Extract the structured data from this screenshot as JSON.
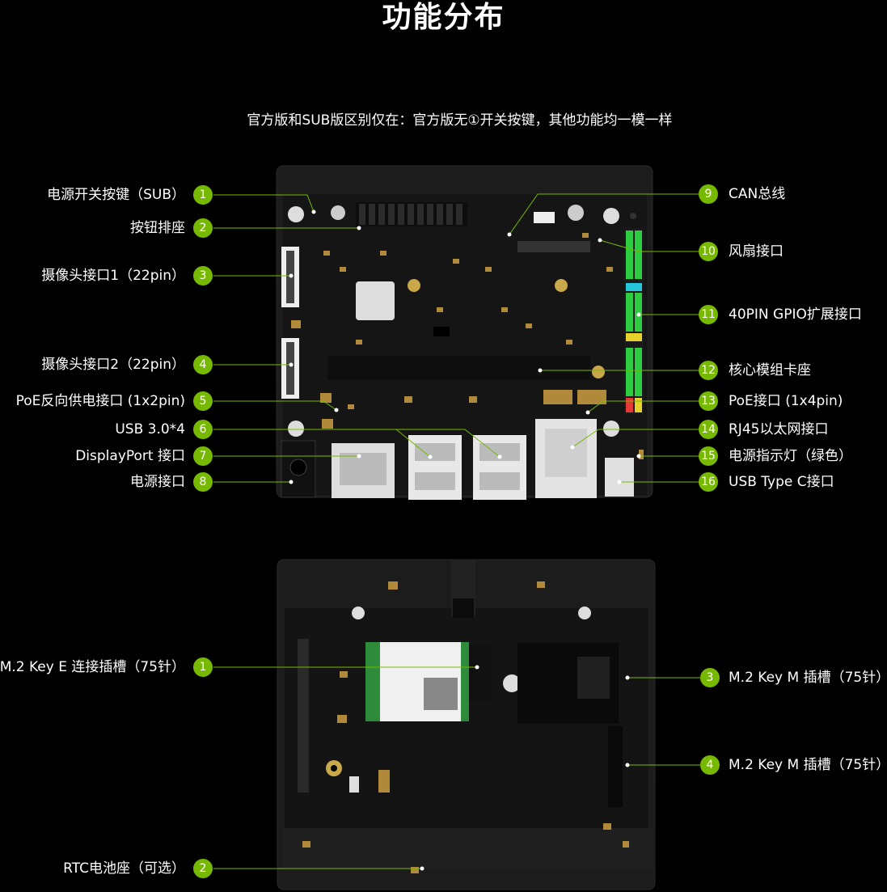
{
  "title": "功能分布",
  "subtitle": "官方版和SUB版区别仅在：官方版无①开关按键，其他功能均一模一样",
  "colors": {
    "accent": "#76b900",
    "background": "#000000",
    "board": "#1c1c1c"
  },
  "top_left": [
    {
      "num": "1",
      "label": "电源开关按键（SUB）"
    },
    {
      "num": "2",
      "label": "按钮排座"
    },
    {
      "num": "3",
      "label": "摄像头接口1（22pin）"
    },
    {
      "num": "4",
      "label": "摄像头接口2（22pin）"
    },
    {
      "num": "5",
      "label": "PoE反向供电接口 (1x2pin)"
    },
    {
      "num": "6",
      "label": "USB 3.0*4"
    },
    {
      "num": "7",
      "label": "DisplayPort 接口"
    },
    {
      "num": "8",
      "label": "电源接口"
    }
  ],
  "top_right": [
    {
      "num": "9",
      "label": "CAN总线"
    },
    {
      "num": "10",
      "label": "风扇接口"
    },
    {
      "num": "11",
      "label": "40PIN GPIO扩展接口"
    },
    {
      "num": "12",
      "label": "核心模组卡座"
    },
    {
      "num": "13",
      "label": "PoE接口 (1x4pin)"
    },
    {
      "num": "14",
      "label": "RJ45以太网接口"
    },
    {
      "num": "15",
      "label": "电源指示灯（绿色）"
    },
    {
      "num": "16",
      "label": "USB Type C接口"
    }
  ],
  "bottom_left": [
    {
      "num": "1",
      "label": "M.2 Key E 连接插槽（75针）"
    },
    {
      "num": "2",
      "label": "RTC电池座（可选）"
    }
  ],
  "bottom_right": [
    {
      "num": "3",
      "label": "M.2 Key M 插槽（75针）"
    },
    {
      "num": "4",
      "label": "M.2 Key M 插槽（75针）"
    }
  ]
}
